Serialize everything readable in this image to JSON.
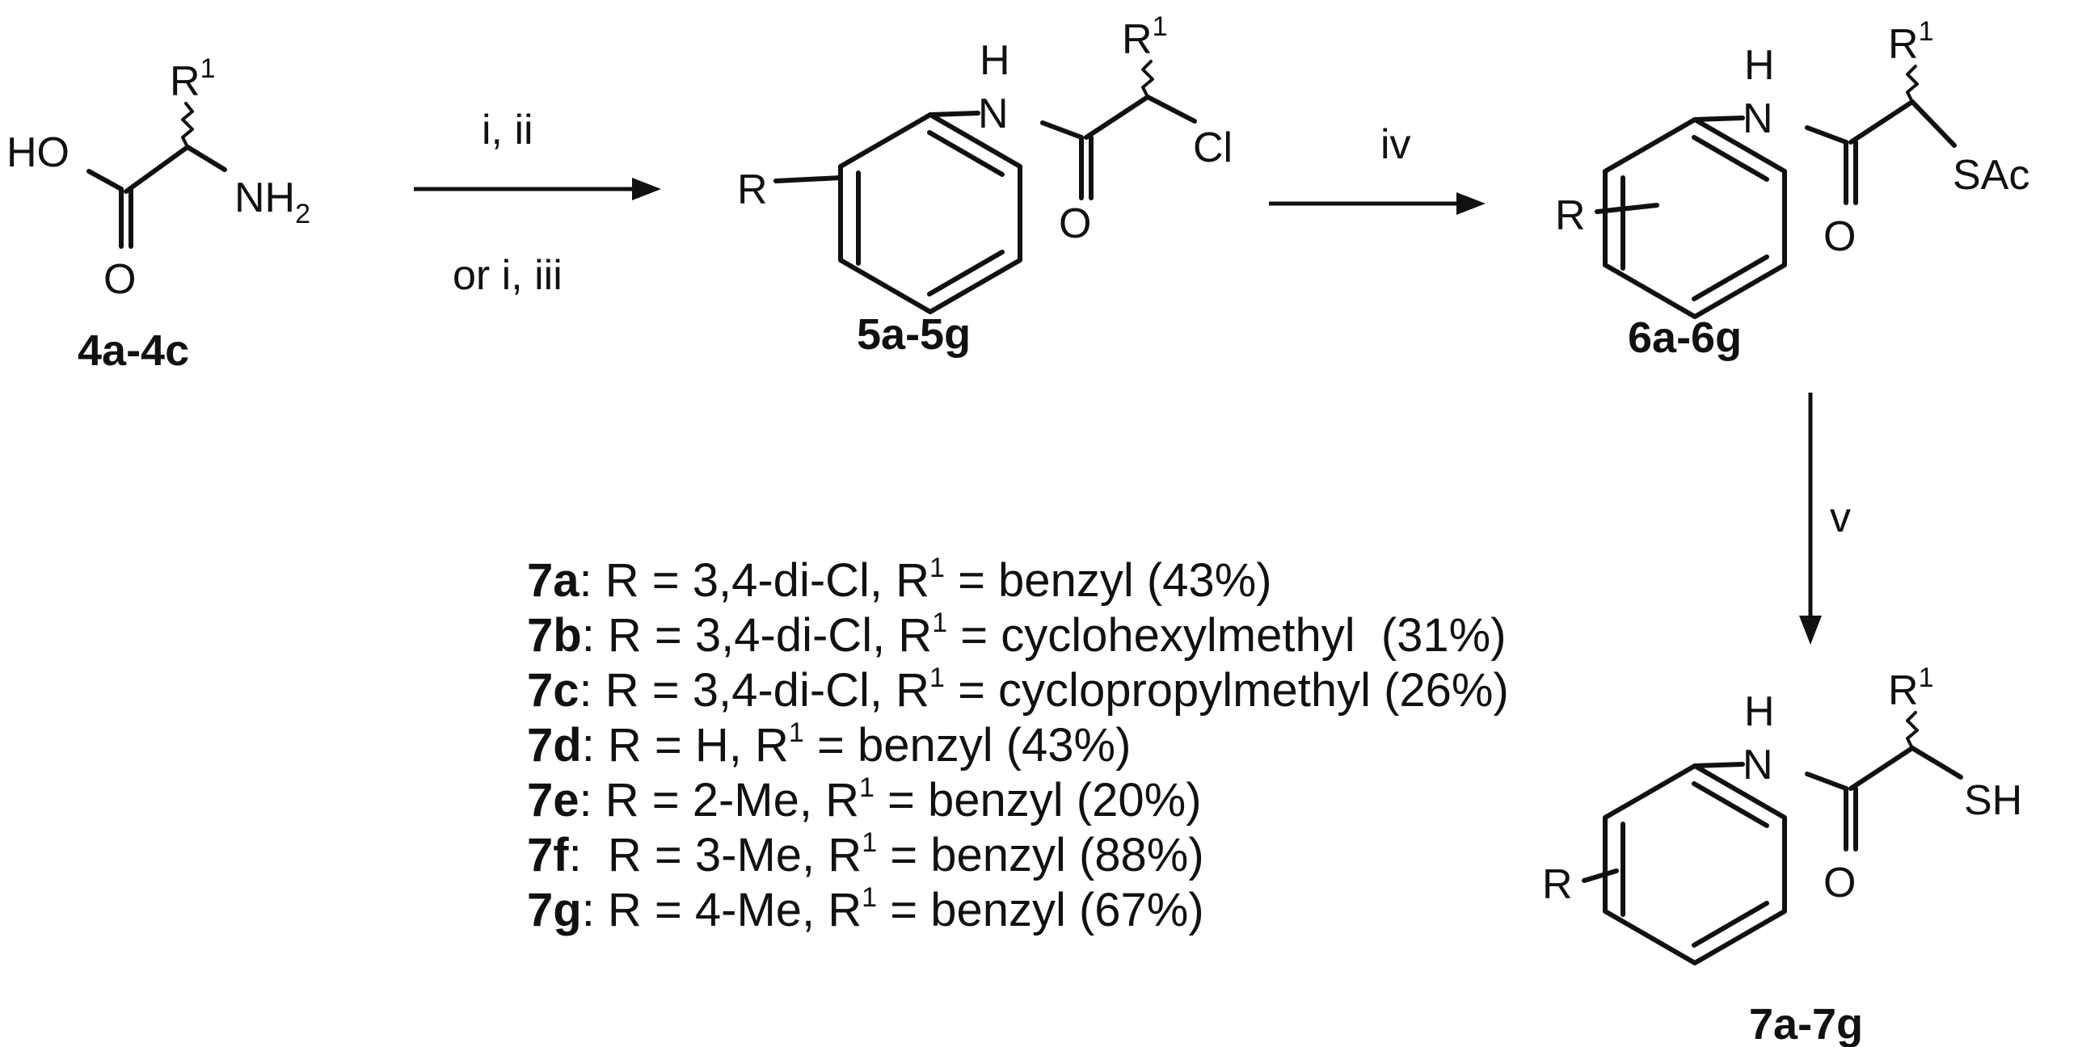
{
  "scheme": {
    "start": {
      "id": "4a-4c",
      "atoms": {
        "acid": "HO",
        "carbonyl_o": "O",
        "amine": "NH",
        "amine_sub": "2",
        "r": "R",
        "r_sup": "1"
      }
    },
    "step1": {
      "above": "i, ii",
      "below": "or i, iii"
    },
    "chloro": {
      "id": "5a-5g",
      "atoms": {
        "nh": "H",
        "n": "N",
        "o": "O",
        "cl": "Cl",
        "ring_r": "R",
        "r": "R",
        "r_sup": "1"
      }
    },
    "step2": {
      "label": "iv"
    },
    "thioester": {
      "id": "6a-6g",
      "atoms": {
        "nh": "H",
        "n": "N",
        "o": "O",
        "sac": "SAc",
        "ring_r": "R",
        "r": "R",
        "r_sup": "1"
      }
    },
    "step3": {
      "label": "v"
    },
    "thiol": {
      "id": "7a-7g",
      "atoms": {
        "nh": "H",
        "n": "N",
        "o": "O",
        "sh": "SH",
        "ring_r": "R",
        "r": "R",
        "r_sup": "1"
      }
    },
    "products": [
      {
        "code": "7a",
        "sep": ":",
        "r_text": " R = 3,4-di-Cl, R",
        "sup": "1",
        "rest": " = benzyl (43%)"
      },
      {
        "code": "7b",
        "sep": ":",
        "r_text": " R = 3,4-di-Cl, R",
        "sup": "1",
        "rest": " = cyclohexylmethyl  (31%)"
      },
      {
        "code": "7c",
        "sep": ":",
        "r_text": " R = 3,4-di-Cl, R",
        "sup": "1",
        "rest": " = cyclopropylmethyl (26%)"
      },
      {
        "code": "7d",
        "sep": ":",
        "r_text": " R = H, R",
        "sup": "1",
        "rest": " = benzyl (43%)"
      },
      {
        "code": "7e",
        "sep": ":",
        "r_text": " R = 2-Me, R",
        "sup": "1",
        "rest": " = benzyl (20%)"
      },
      {
        "code": "7f",
        "sep": ":",
        "r_text": "  R = 3-Me, R",
        "sup": "1",
        "rest": " = benzyl (88%)"
      },
      {
        "code": "7g",
        "sep": ":",
        "r_text": " R = 4-Me, R",
        "sup": "1",
        "rest": " = benzyl (67%)"
      }
    ]
  }
}
